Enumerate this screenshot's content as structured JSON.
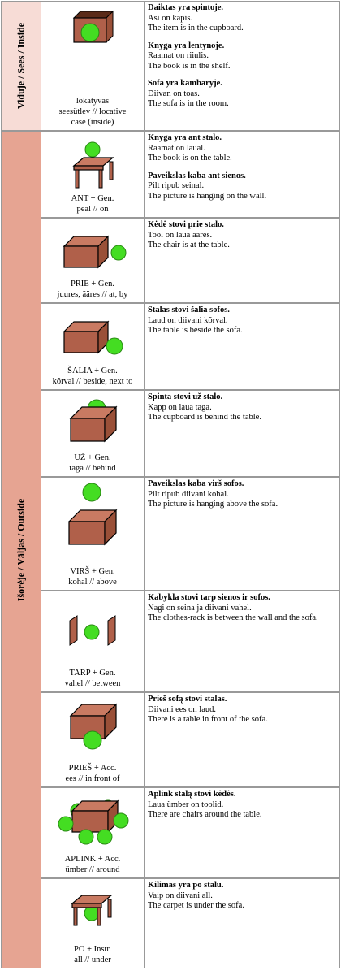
{
  "inside_label": "Viduje / Sees / Inside",
  "outside_label": "Išorėje / Väljas / Outside",
  "rows": [
    {
      "caption": [
        "lokatyvas",
        "seesütlev // locative",
        "case (inside)"
      ],
      "blocks": [
        [
          "Daiktas yra spintoje.",
          "Asi on kapis.",
          "The item is in the cupboard."
        ],
        [
          "Knyga yra lentynoje.",
          "Raamat on riiulis.",
          "The book is in the shelf."
        ],
        [
          "Sofa yra kambaryje.",
          "Diivan on toas.",
          "The sofa is in the room."
        ]
      ]
    },
    {
      "caption": [
        "ANT + Gen.",
        "peal // on"
      ],
      "blocks": [
        [
          "Knyga yra ant stalo.",
          "Raamat on laual.",
          "The book is on the table."
        ],
        [
          "Paveikslas kaba ant sienos.",
          "Pilt ripub seinal.",
          "The picture is hanging on the wall."
        ]
      ]
    },
    {
      "caption": [
        "PRIE + Gen.",
        "juures, ääres // at, by"
      ],
      "blocks": [
        [
          "Kėdė stovi prie stalo.",
          "Tool on laua ääres.",
          "The chair is at the table."
        ]
      ]
    },
    {
      "caption": [
        "ŠALIA + Gen.",
        "kõrval // beside, next to"
      ],
      "blocks": [
        [
          "Stalas stovi šalia sofos.",
          "Laud on diivani kõrval.",
          "The table is beside the sofa."
        ]
      ]
    },
    {
      "caption": [
        "UŽ + Gen.",
        "taga // behind"
      ],
      "blocks": [
        [
          "Spinta stovi už stalo.",
          "Kapp on laua taga.",
          "The cupboard is behind the table."
        ]
      ]
    },
    {
      "caption": [
        "VIRŠ + Gen.",
        "kohal // above"
      ],
      "blocks": [
        [
          "Paveikslas kaba virš sofos.",
          "Pilt ripub diivani kohal.",
          "The picture is hanging above the sofa."
        ]
      ]
    },
    {
      "caption": [
        "TARP + Gen.",
        "vahel // between"
      ],
      "blocks": [
        [
          "Kabykla stovi tarp sienos ir sofos.",
          "Nagi on seina ja diivani vahel.",
          "The clothes-rack is between the wall and the sofa."
        ]
      ]
    },
    {
      "caption": [
        "PRIEŠ + Acc.",
        "ees // in front of"
      ],
      "blocks": [
        [
          "Prieš sofą stovi stalas.",
          "Diivani ees on laud.",
          "There is a table in front of the sofa."
        ]
      ]
    },
    {
      "caption": [
        "APLINK + Acc.",
        "ümber // around"
      ],
      "blocks": [
        [
          "Aplink stalą stovi kėdės.",
          "Laua ümber on toolid.",
          "There are chairs around the table."
        ]
      ]
    },
    {
      "caption": [
        "PO + Instr.",
        "all // under"
      ],
      "blocks": [
        [
          "Kilimas yra po stalu.",
          "Vaip on diivani all.",
          "The carpet is under the sofa."
        ]
      ]
    }
  ],
  "colors": {
    "box": "#b0604a",
    "box_top": "#c97a62",
    "ball": "#44dd22",
    "inside_bg": "#f7dcd6",
    "outside_bg": "#e6a492"
  }
}
